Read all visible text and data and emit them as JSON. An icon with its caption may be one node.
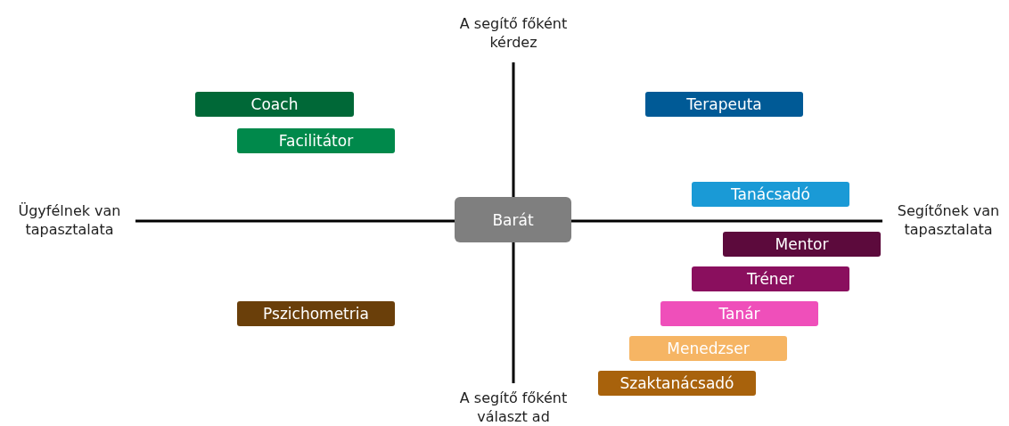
{
  "diagram": {
    "nodes": [
      {
        "text": [
          "Coach"
        ]
      },
      {
        "text": [
          "Terapeuta"
        ]
      },
      {
        "text": [
          "Facilitátor"
        ]
      },
      {
        "text": [
          "Tanácsadó"
        ]
      },
      {
        "text": [
          "Barát"
        ]
      },
      {
        "text": [
          "Mentor"
        ]
      },
      {
        "text": [
          "Tréner"
        ]
      },
      {
        "text": [
          "Pszichometria"
        ]
      },
      {
        "text": [
          "Tanár"
        ]
      },
      {
        "text": [
          "Menedzser"
        ]
      },
      {
        "text": [
          "Szaktanácsadó"
        ]
      }
    ],
    "edges": [],
    "labels": [
      "A segítő főként kérdez",
      "Ügyfélnek van tapasztalata",
      "Segítőnek van tapasztalata",
      "A segítő főként választ ad"
    ]
  }
}
